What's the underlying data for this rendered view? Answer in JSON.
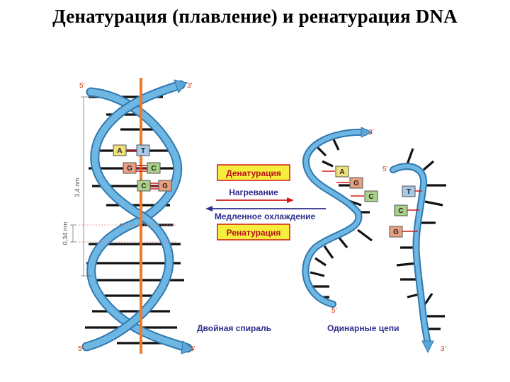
{
  "title": "Денатурация (плавление) и ренатурация DNA",
  "labels": {
    "five_prime": "5'",
    "three_prime": "3'",
    "dim_34": "3,4 nm",
    "dim_034": "0,34 nm",
    "denaturation": "Денатурация",
    "heating": "Нагревание",
    "slow_cooling": "Медленное охлаждение",
    "renaturation": "Ренатурация",
    "double_helix": "Двойная спираль",
    "single_strands": "Одинарные цепи"
  },
  "bases": {
    "pair1": [
      "A",
      "T"
    ],
    "pair2": [
      "G",
      "C"
    ],
    "pair3": [
      "C",
      "G"
    ],
    "strand_left": [
      "A",
      "G",
      "C"
    ],
    "strand_right": [
      "T",
      "C",
      "G"
    ]
  },
  "colors": {
    "strand": "#5aa6d6",
    "strand_dark": "#2f78b0",
    "axis": "#f07a2a",
    "box_fill": "#f6ee3c",
    "box_border": "#d01818",
    "label_red": "#d0421b",
    "base_A": "#f0e07a",
    "base_T": "#a8c8e8",
    "base_G": "#e8a080",
    "base_C": "#a8d088"
  }
}
